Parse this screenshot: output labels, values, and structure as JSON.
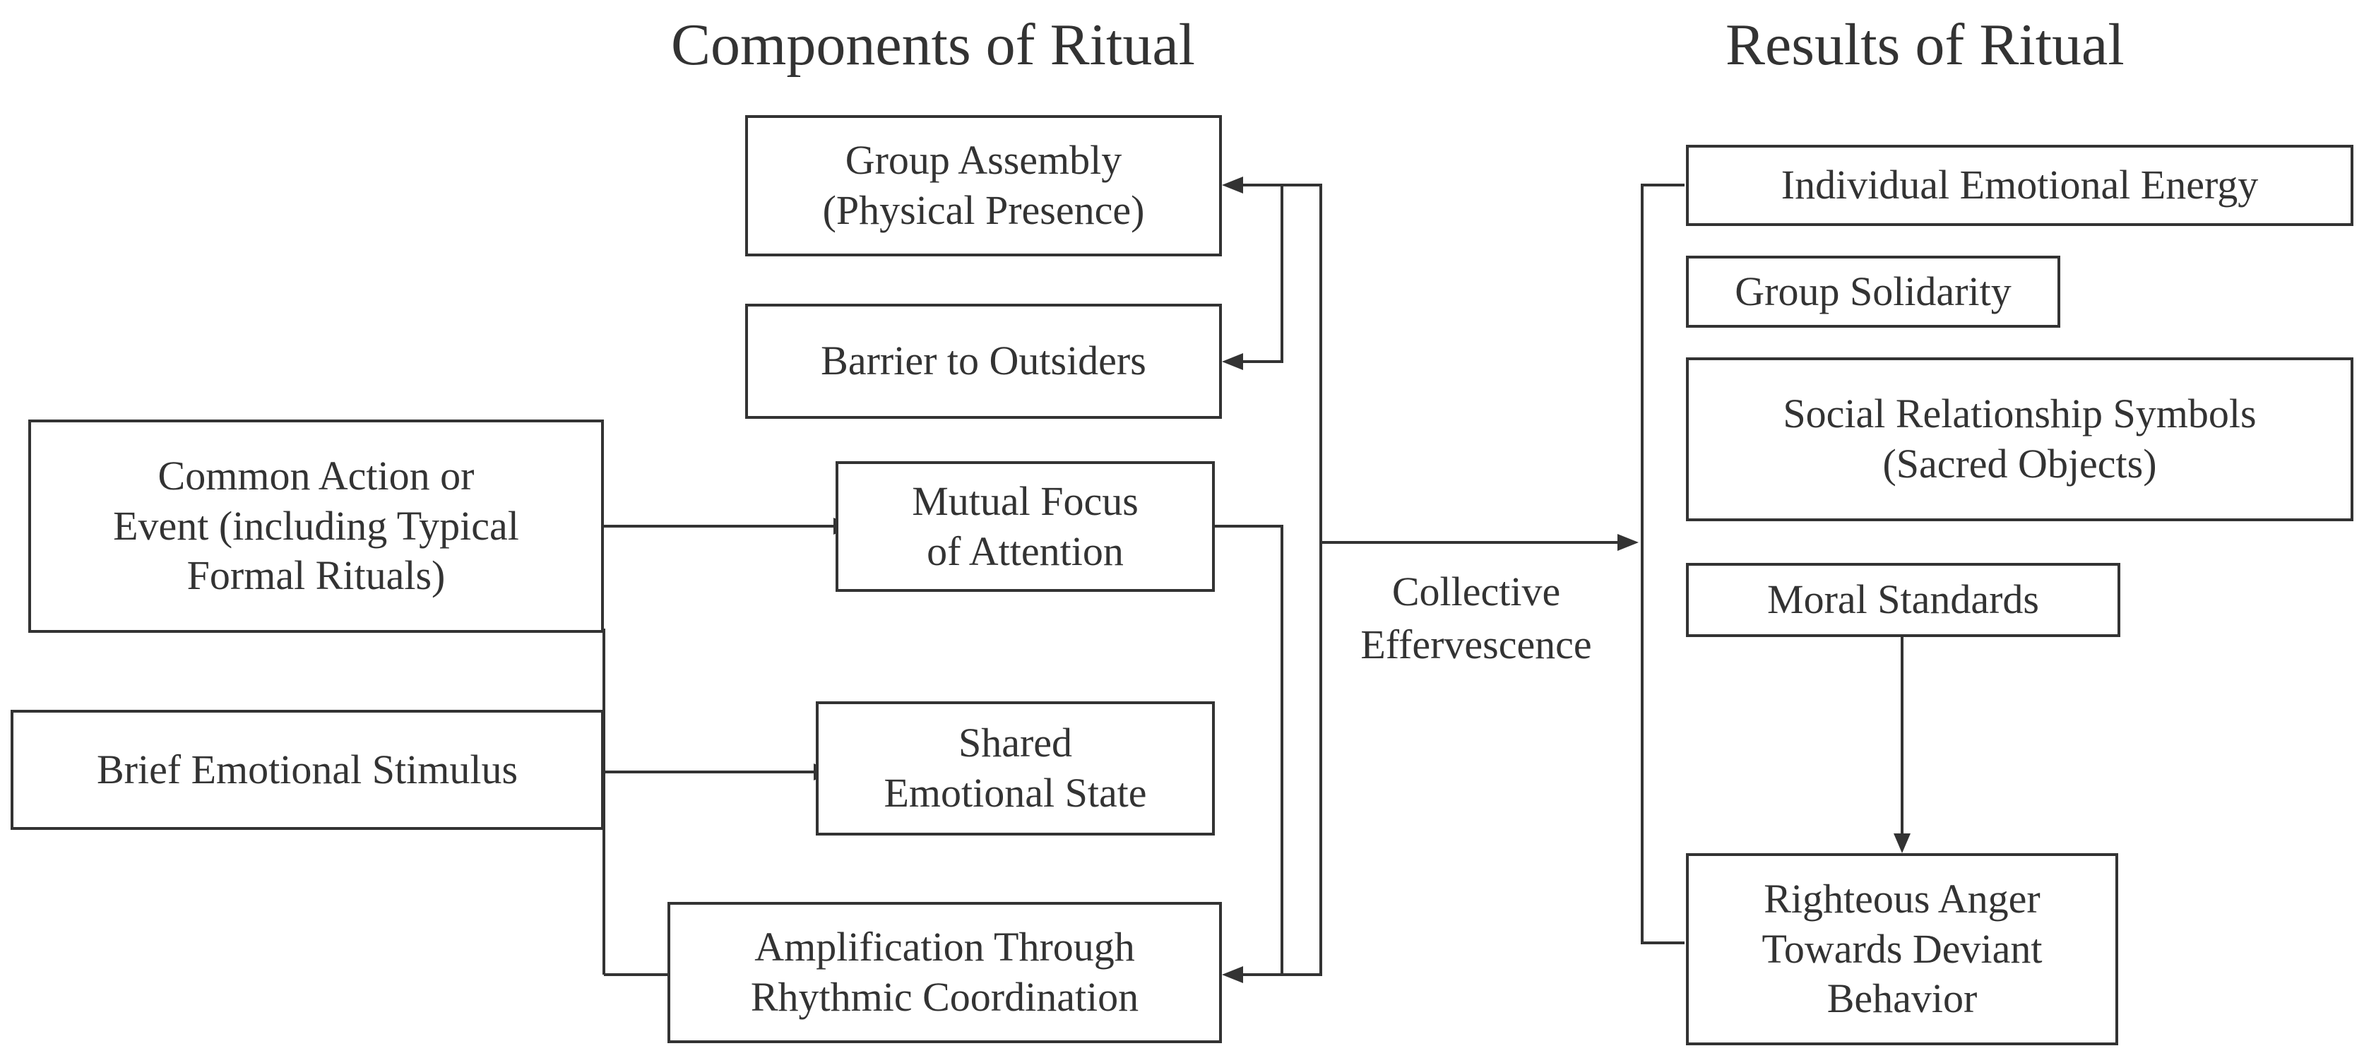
{
  "headings": {
    "components": "Components of Ritual",
    "results": "Results of Ritual"
  },
  "inputs": {
    "common_action": "Common Action or\nEvent (including Typical\nFormal Rituals)",
    "brief_stimulus": "Brief Emotional Stimulus"
  },
  "components": {
    "group_assembly": "Group Assembly\n(Physical Presence)",
    "barrier": "Barrier to Outsiders",
    "mutual_focus": "Mutual Focus\nof Attention",
    "shared_state": "Shared\nEmotional State",
    "amplification": "Amplification Through\nRhythmic Coordination"
  },
  "center_label": "Collective\nEffervescence",
  "results": {
    "emotional_energy": "Individual Emotional Energy",
    "group_solidarity": "Group Solidarity",
    "symbols": "Social Relationship Symbols\n(Sacred Objects)",
    "moral_standards": "Moral Standards",
    "righteous_anger": "Righteous Anger\nTowards Deviant\nBehavior"
  },
  "colors": {
    "line": "#333333",
    "text": "#333333",
    "background": "#ffffff"
  }
}
